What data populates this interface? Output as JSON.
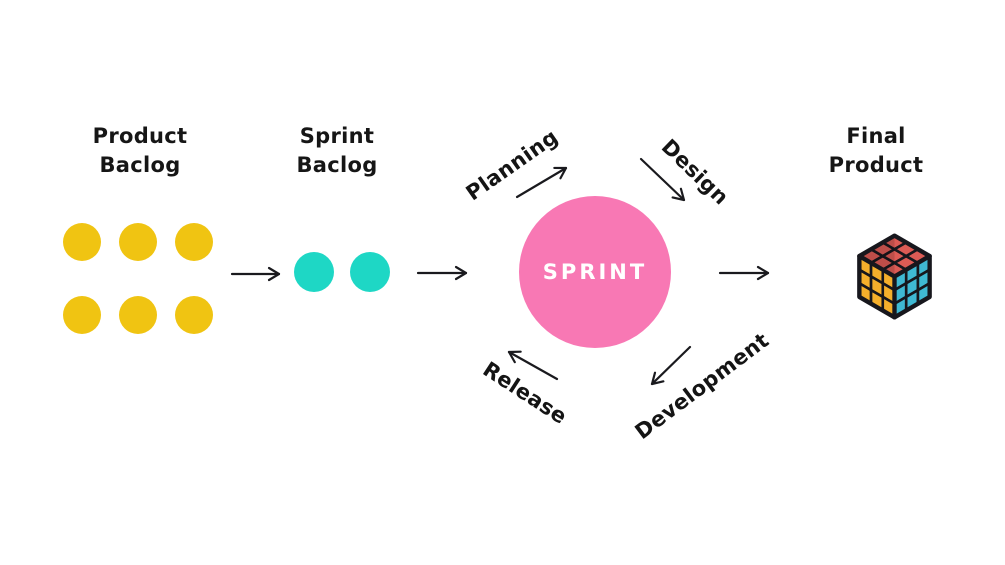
{
  "product_backlog": {
    "title_line1": "Product",
    "title_line2": "Baclog",
    "item_count": 6,
    "item_color": "#F0C412"
  },
  "sprint_backlog": {
    "title_line1": "Sprint",
    "title_line2": "Baclog",
    "item_count": 2,
    "item_color": "#1ED7C5"
  },
  "sprint": {
    "label": "SPRINT",
    "circle_color": "#F878B4",
    "label_color": "#FFFFFF"
  },
  "cycle": {
    "planning": "Planning",
    "design": "Design",
    "development": "Development",
    "release": "Release"
  },
  "final_product": {
    "title_line1": "Final",
    "title_line2": "Product",
    "icon": "rubiks-cube-icon",
    "cube": {
      "top": "#DC5B55",
      "left": "#F5AF2B",
      "right": "#3FB9D3",
      "outline": "#17171D"
    }
  },
  "arrow_color": "#1A1A1E"
}
